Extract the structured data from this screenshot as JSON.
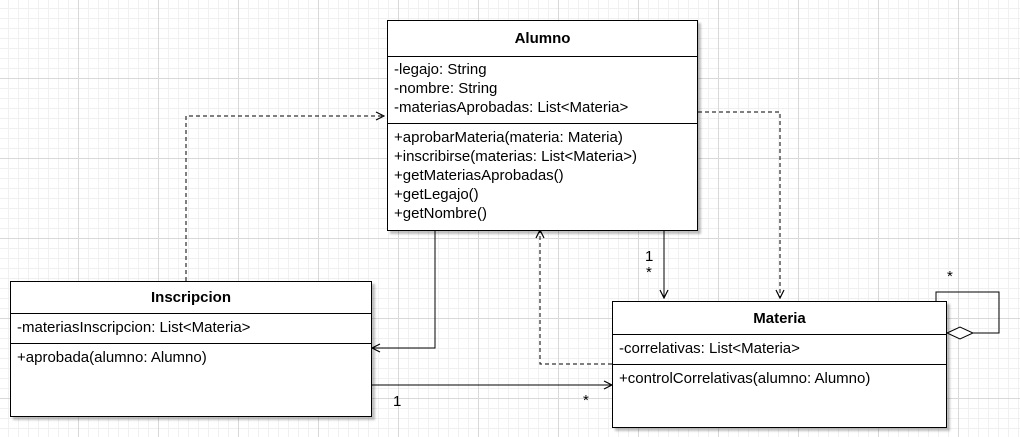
{
  "classes": {
    "alumno": {
      "name": "Alumno",
      "attributes": [
        "-legajo: String",
        "-nombre: String",
        "-materiasAprobadas: List<Materia>"
      ],
      "methods": [
        "+aprobarMateria(materia: Materia)",
        "+inscribirse(materias: List<Materia>)",
        "+getMateriasAprobadas()",
        "+getLegajo()",
        "+getNombre()"
      ]
    },
    "inscripcion": {
      "name": "Inscripcion",
      "attributes": [
        "-materiasInscripcion: List<Materia>"
      ],
      "methods": [
        "+aprobada(alumno: Alumno)"
      ]
    },
    "materia": {
      "name": "Materia",
      "attributes": [
        "-correlativas: List<Materia>"
      ],
      "methods": [
        "+controlCorrelativas(alumno: Alumno)"
      ]
    }
  },
  "multiplicities": {
    "alumno_materia_one": "1",
    "alumno_materia_many": "*",
    "materia_self": "*",
    "inscripcion_materia_one": "1",
    "inscripcion_materia_many": "*"
  }
}
